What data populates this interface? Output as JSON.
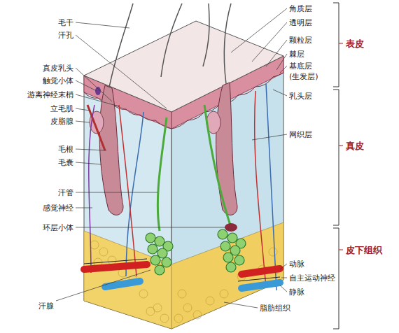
{
  "diagram": {
    "labels": [
      "毛干",
      "汗孔",
      "真皮乳头",
      "触觉小体",
      "游离神经末梢",
      "立毛肌",
      "皮脂腺",
      "毛根",
      "毛囊",
      "汗管",
      "感觉神经",
      "环层小体",
      "汗腺",
      "角质层",
      "透明层",
      "颗粒层",
      "棘层",
      "基底层",
      "(生发层)",
      "表皮",
      "乳头层",
      "网织层",
      "真皮",
      "动脉",
      "自主运动神经",
      "静脉",
      "皮下组织",
      "脂肪组织"
    ]
  }
}
